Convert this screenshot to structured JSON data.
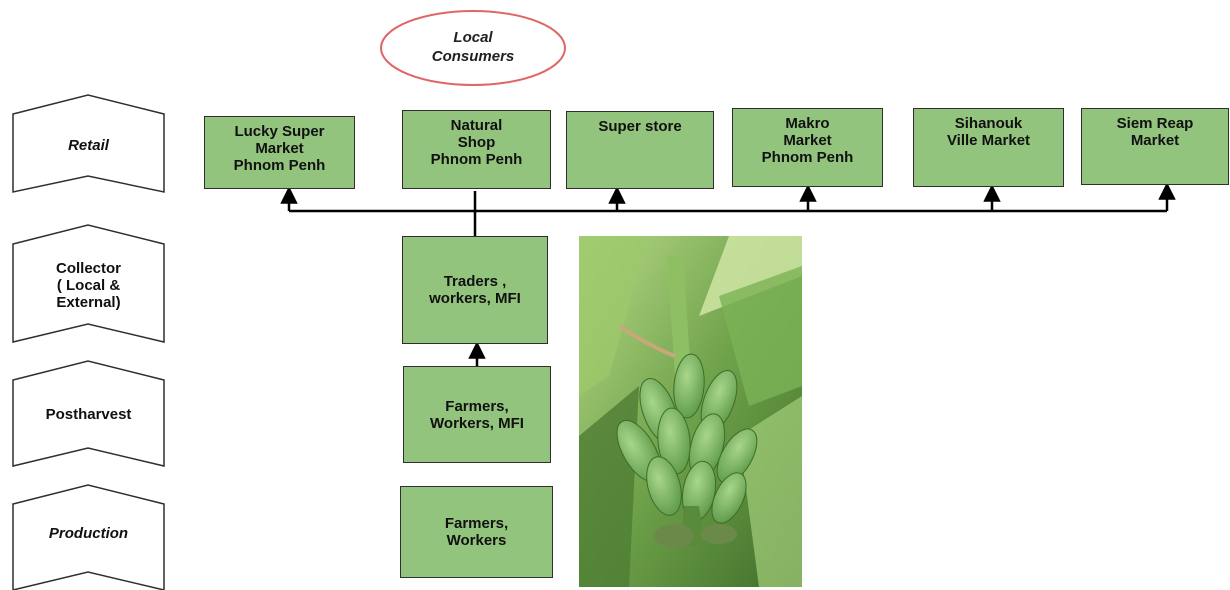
{
  "consumer": {
    "label": "Local\nConsumers"
  },
  "stages": [
    {
      "id": "retail",
      "label": "Retail",
      "italic": true
    },
    {
      "id": "collector",
      "label": "Collector\n( Local &\nExternal)",
      "italic": false
    },
    {
      "id": "postharvest",
      "label": "Postharvest",
      "italic": false
    },
    {
      "id": "production",
      "label": "Production",
      "italic": true
    }
  ],
  "retail_outlets": [
    {
      "label": "Lucky Super\nMarket\nPhnom Penh"
    },
    {
      "label": "Natural\nShop\nPhnom Penh"
    },
    {
      "label": "Super store"
    },
    {
      "label": "Makro\nMarket\nPhnom Penh"
    },
    {
      "label": "Sihanouk\nVille Market"
    },
    {
      "label": "Siem Reap\nMarket"
    }
  ],
  "collector_box": {
    "label": "Traders ,\nworkers, MFI"
  },
  "postharvest_box": {
    "label": "Farmers,\nWorkers, MFI"
  },
  "production_box": {
    "label": "Farmers,\nWorkers"
  },
  "photo": {
    "subject": "banana-bunch-photo"
  },
  "colors": {
    "box_fill": "#93c47d",
    "box_border": "#2f2f2f",
    "ellipse_stroke": "#e06666",
    "arrow": "#000000"
  }
}
